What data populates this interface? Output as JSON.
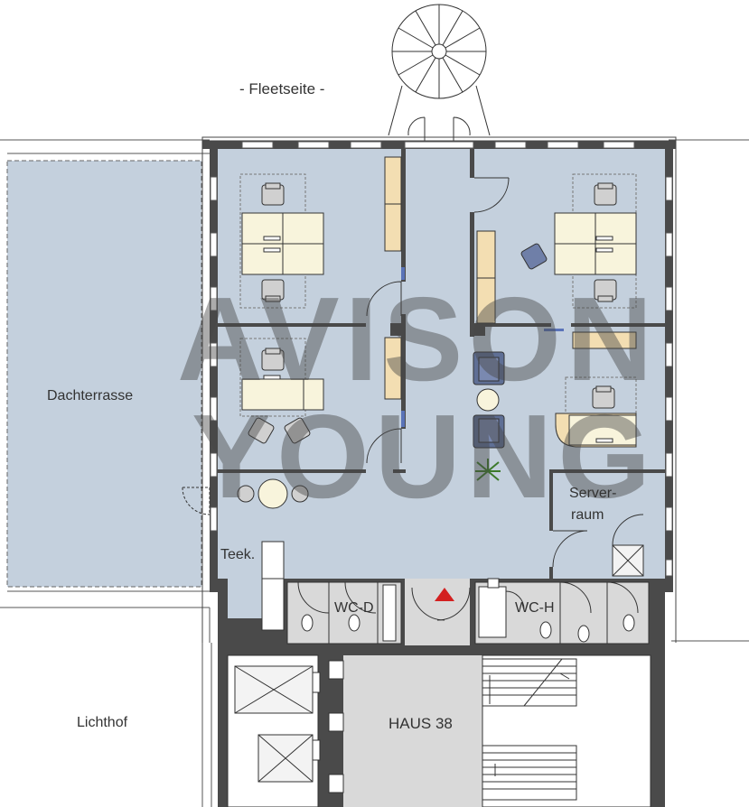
{
  "plan": {
    "orientation_label": "- Fleetseite -",
    "rooms": {
      "terrace": "Dachterrasse",
      "courtyard": "Lichthof",
      "kitchen": "Teek.",
      "server_line1": "Server-",
      "server_line2": "raum",
      "wc_women": "WC-D",
      "wc_men": "WC-H",
      "core": "HAUS 38"
    },
    "watermark": {
      "line1": "AVISON",
      "line2": "YOUNG"
    }
  },
  "colors": {
    "wall": "#4a4a4a",
    "floor": "#c4d0dd",
    "terrace": "#c4d0dd",
    "core_floor": "#d9d9d9",
    "furniture": "#f8f4dc",
    "cabinet": "#f3deb2",
    "chair": "#d0d0d0",
    "armchair": "#5f6f95",
    "door_marker": "#d32020",
    "window": "#5a73b8"
  }
}
